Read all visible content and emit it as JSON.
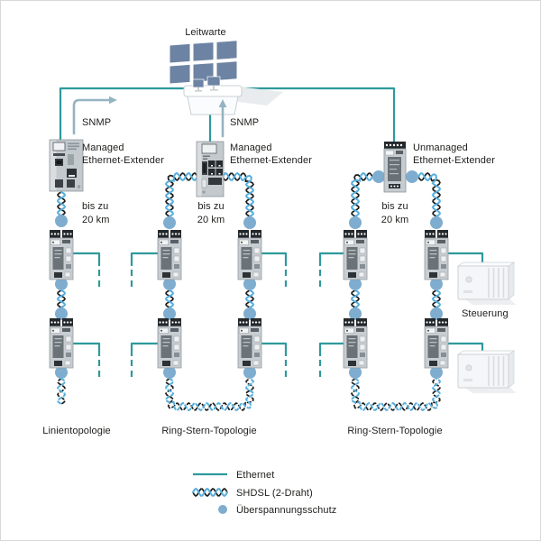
{
  "colors": {
    "ethernet_line": "#2f999c",
    "shdsl_dark": "#1d1d1b",
    "shdsl_light": "#56aedd",
    "surge_dot": "#7fadcf",
    "snmp_arrow": "#95b3c1",
    "device_gray": "#c6ccd0",
    "monitor_blue": "#6d83a3",
    "text": "#1d1d1b"
  },
  "leitwarte": {
    "label": "Leitwarte"
  },
  "columns": [
    {
      "snmp_label": "SNMP",
      "extender_line1": "Managed",
      "extender_line2": "Ethernet-Extender",
      "distance_line1": "bis zu",
      "distance_line2": "20 km",
      "topology_label": "Linientopologie"
    },
    {
      "snmp_label": "SNMP",
      "extender_line1": "Managed",
      "extender_line2": "Ethernet-Extender",
      "distance_line1": "bis zu",
      "distance_line2": "20 km",
      "topology_label": "Ring-Stern-Topologie"
    },
    {
      "extender_line1": "Unmanaged",
      "extender_line2": "Ethernet-Extender",
      "distance_line1": "bis zu",
      "distance_line2": "20 km",
      "topology_label": "Ring-Stern-Topologie"
    }
  ],
  "steuerung": {
    "label": "Steuerung"
  },
  "legend": {
    "items": [
      {
        "symbol": "ethernet-line",
        "label": "Ethernet"
      },
      {
        "symbol": "shdsl-wave",
        "label": "SHDSL (2-Draht)"
      },
      {
        "symbol": "surge-dot",
        "label": "Überspannungsschutz"
      }
    ]
  }
}
